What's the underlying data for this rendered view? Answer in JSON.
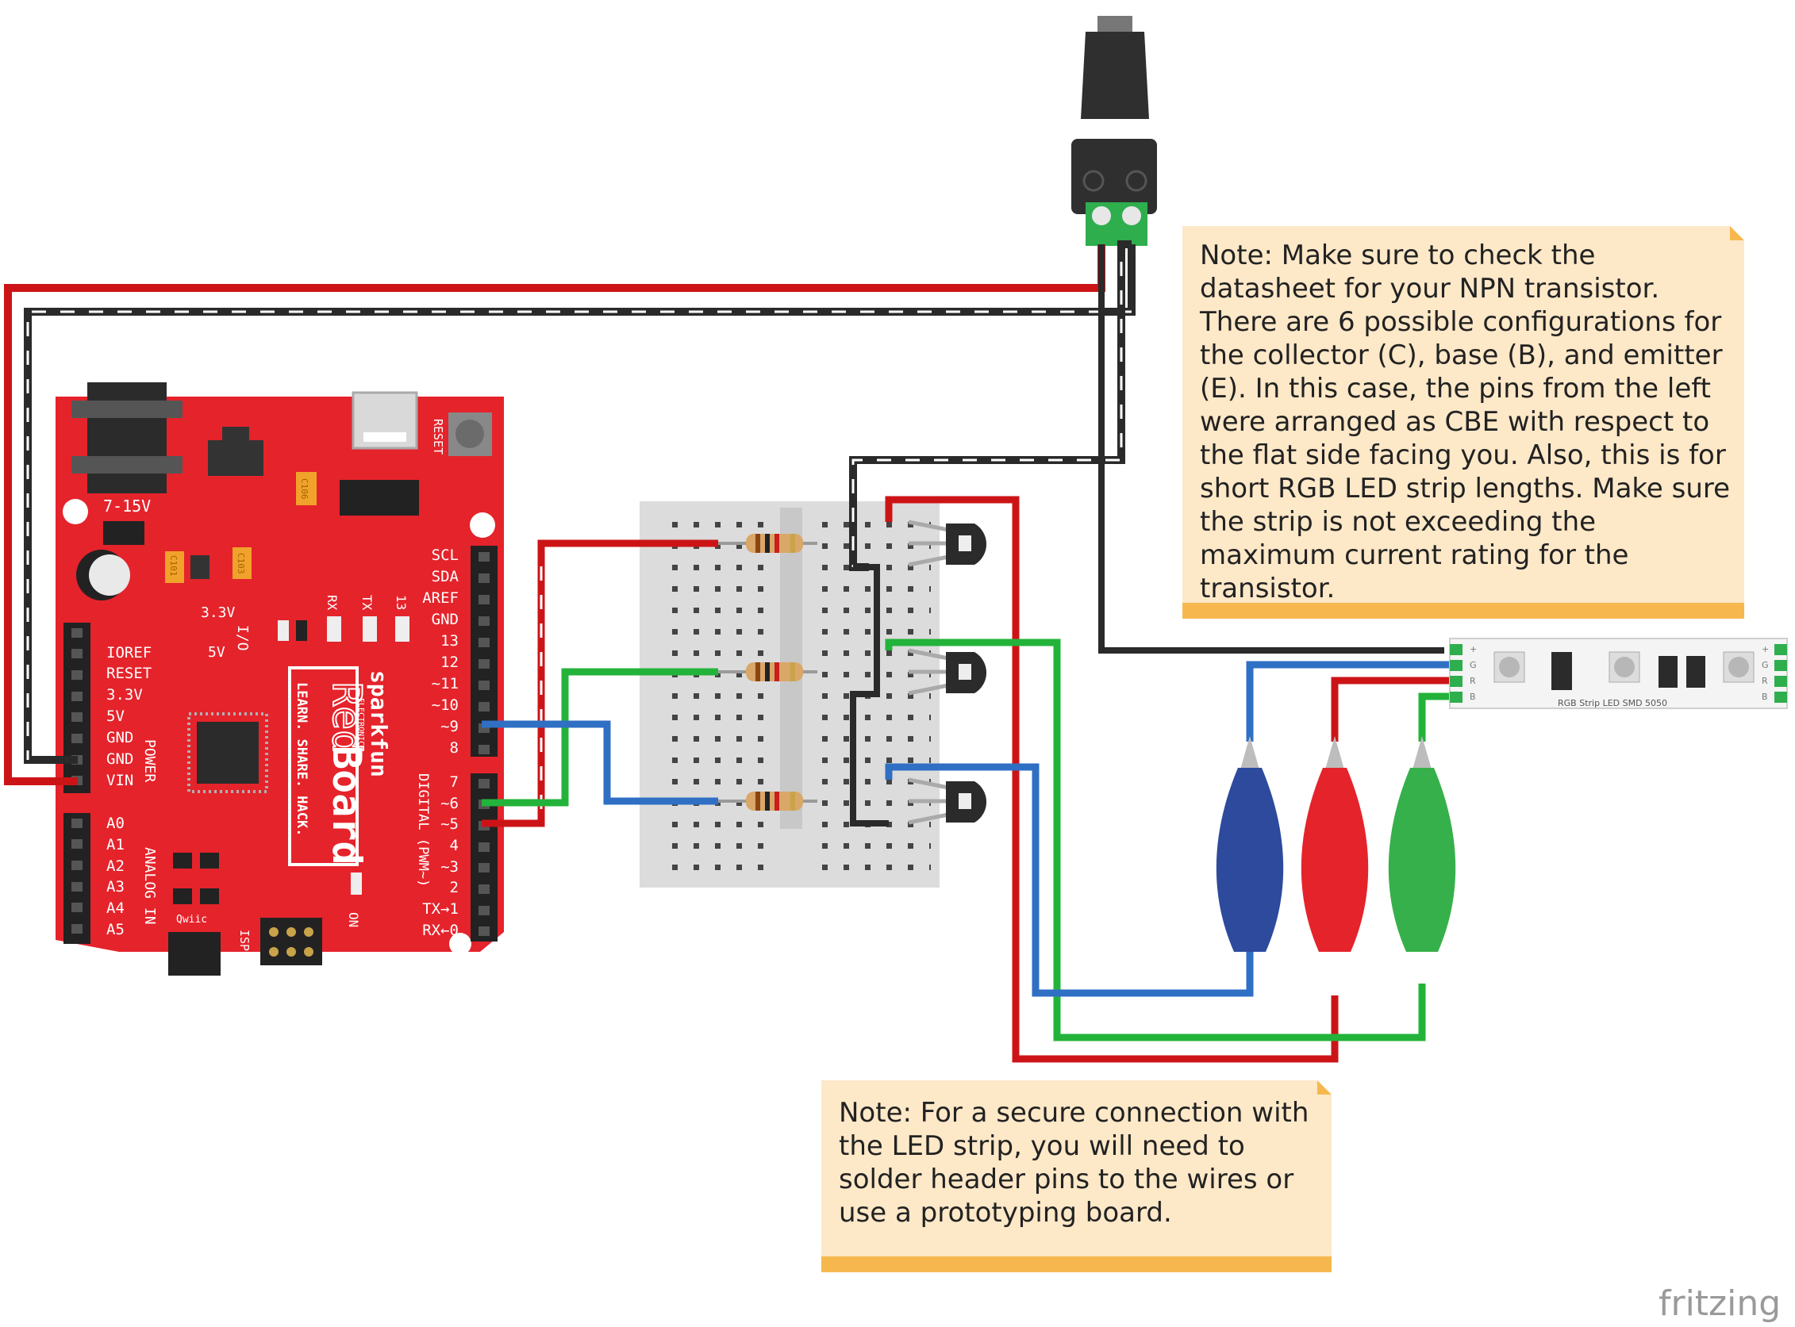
{
  "notes": {
    "transistor": "Note: Make sure to check the datasheet for your NPN transistor. There are 6 possible configurations for the collector (C), base (B), and emitter (E). In this case, the pins from the left were arranged as CBE with respect to the flat side facing you. Also, this is for short RGB LED strip lengths. Make sure the strip is not exceeding the maximum current rating for the transistor.",
    "strip": "Note: For a secure connection with the LED strip, you will need to solder header pins to the wires or use a prototyping board."
  },
  "watermark": "fritzing",
  "board": {
    "brand": "sparkfun",
    "brand_sub": "ELECTRONICS",
    "name_red": "Red",
    "name_board": "Board",
    "tagline": "LEARN. SHARE. HACK.",
    "voltage": "7-15V",
    "io_label": "I/O",
    "io_v1": "3.3V",
    "io_v2": "5V",
    "reset": "RESET",
    "qwiic": "Qwiic",
    "isp": "ISP",
    "on": "ON",
    "leds": [
      "RX",
      "TX",
      "13"
    ],
    "power_group": "POWER",
    "analog_group": "ANALOG IN",
    "digital_group": "DIGITAL (PWM~)",
    "power_pins": [
      "IOREF",
      "RESET",
      "3.3V",
      "5V",
      "GND",
      "GND",
      "VIN"
    ],
    "analog_pins": [
      "A0",
      "A1",
      "A2",
      "A3",
      "A4",
      "A5"
    ],
    "top_header_pins": [
      "SCL",
      "SDA",
      "AREF",
      "GND",
      "13",
      "12",
      "~11",
      "~10",
      "~9",
      "8"
    ],
    "bottom_header_pins": [
      "7",
      "~6",
      "~5",
      "4",
      "~3",
      "2",
      "TX→1",
      "RX←0"
    ],
    "chips": [
      "C106",
      "C103",
      "C101"
    ]
  },
  "led_strip": {
    "label": "RGB Strip LED SMD 5050",
    "pins": [
      "+",
      "G",
      "R",
      "B"
    ]
  },
  "colors": {
    "board": "#e5232b",
    "wire_red": "#cc1417",
    "wire_black": "#2a2a2a",
    "wire_green": "#23b33a",
    "wire_blue": "#2f6fc4",
    "clip_blue": "#2d4a9d",
    "clip_red": "#e5232b",
    "clip_green": "#36b04a",
    "note_bg": "#fde8c8",
    "note_bar": "#f6b84e"
  }
}
